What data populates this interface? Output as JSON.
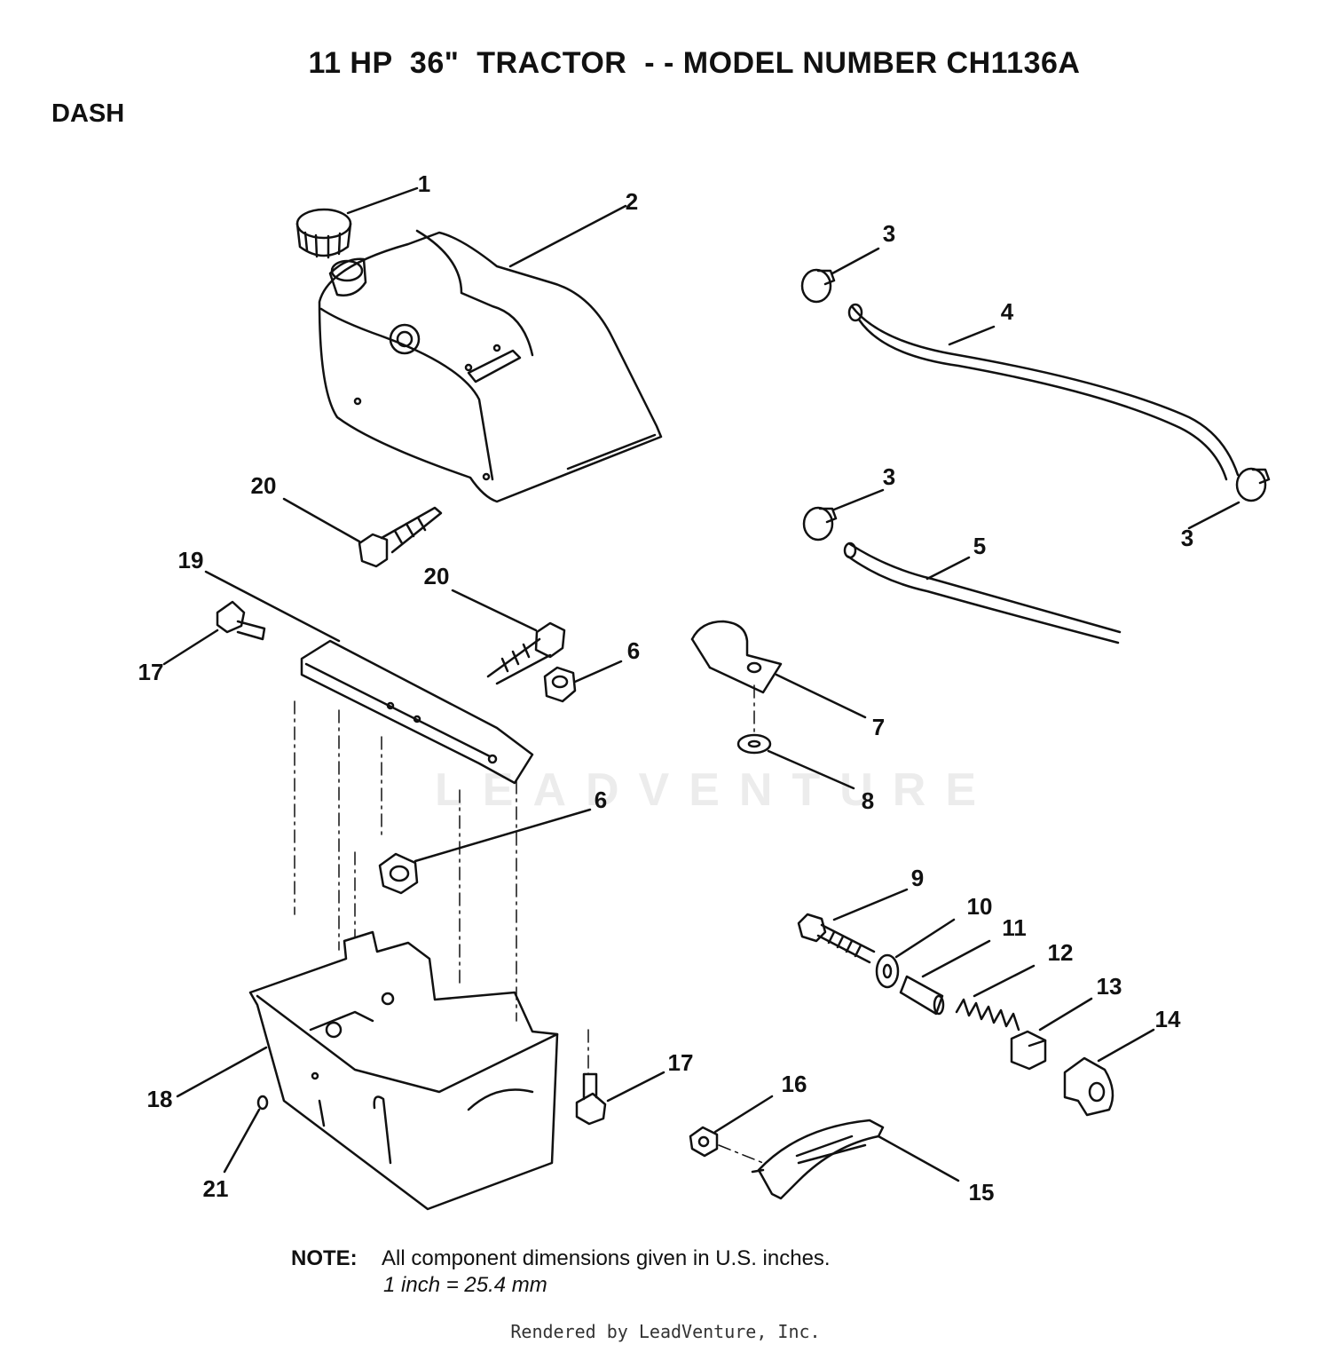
{
  "header": {
    "title": "11 HP  36\"  TRACTOR  - - MODEL NUMBER CH1136A",
    "section": "DASH"
  },
  "callouts": [
    "1",
    "2",
    "3",
    "3",
    "3",
    "3",
    "4",
    "5",
    "6",
    "6",
    "7",
    "8",
    "9",
    "10",
    "11",
    "12",
    "13",
    "14",
    "15",
    "16",
    "17",
    "17",
    "18",
    "19",
    "20",
    "20",
    "21"
  ],
  "watermark": "LEADVENTURE",
  "note": {
    "label": "NOTE:",
    "line1": "All component dimensions given in U.S. inches.",
    "line2": "1 inch = 25.4 mm"
  },
  "footer": "Rendered by LeadVenture, Inc."
}
